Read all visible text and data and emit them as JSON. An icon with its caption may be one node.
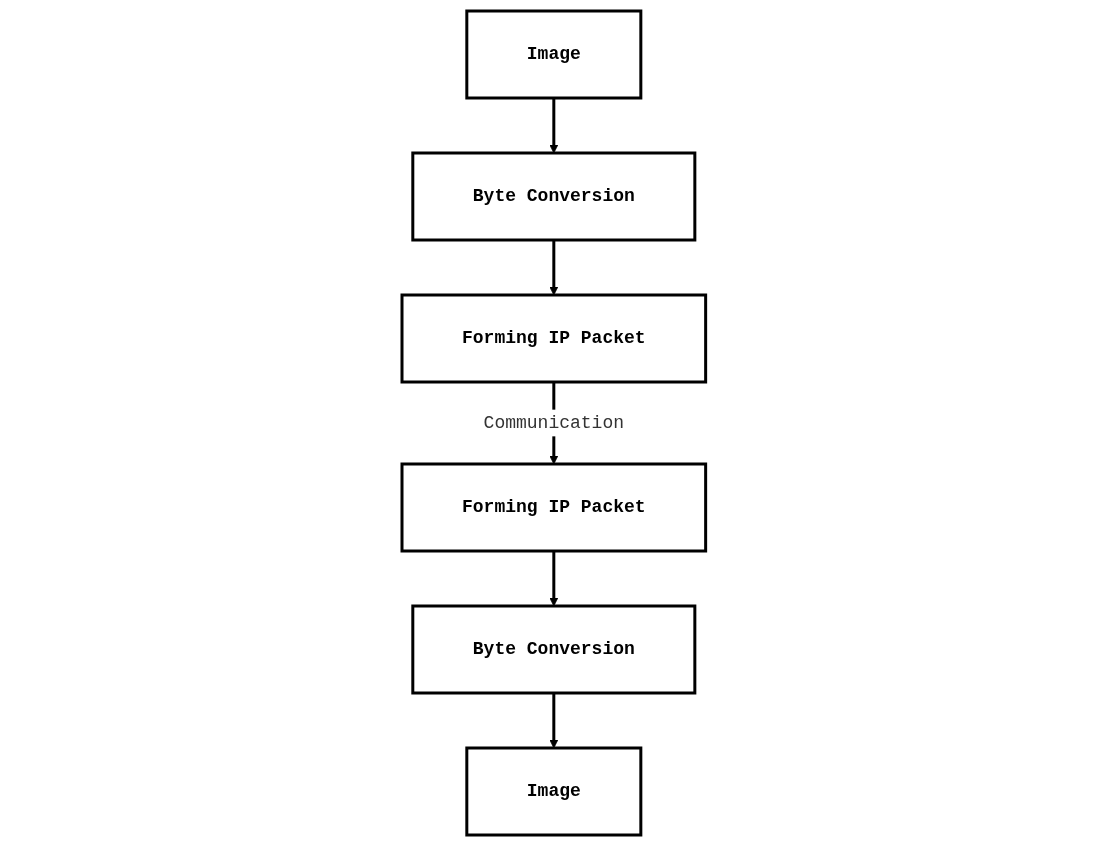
{
  "diagram": {
    "nodes": [
      {
        "text": [
          "Image"
        ]
      },
      {
        "text": [
          "Byte Conversion"
        ]
      },
      {
        "text": [
          "Forming IP Packet"
        ]
      },
      {
        "text": [
          "Image"
        ]
      },
      {
        "text": [
          "Byte Conversion"
        ]
      },
      {
        "text": [
          "Forming IP Packet"
        ]
      }
    ],
    "edges": [
      {
        "from": 0,
        "to": 1,
        "arrow": "to"
      },
      {
        "from": 1,
        "to": 2,
        "arrow": "to"
      },
      {
        "from": 2,
        "to": 5,
        "arrow": "to",
        "label": "Communication"
      },
      {
        "from": 5,
        "to": 4,
        "arrow": "to"
      },
      {
        "from": 4,
        "to": 3,
        "arrow": "to"
      }
    ]
  }
}
